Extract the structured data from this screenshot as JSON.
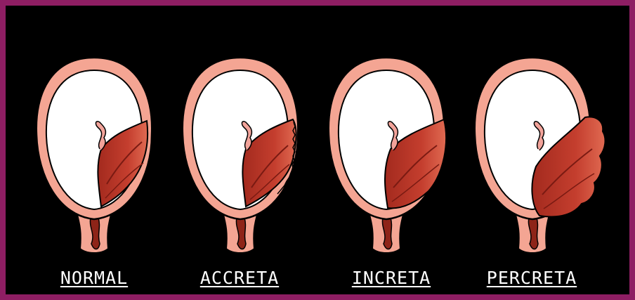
{
  "labels": {
    "normal": "NORMAL",
    "accreta": "ACCRETA",
    "increta": "INCRETA",
    "percreta": "PERCRETA"
  },
  "colors": {
    "frame": "#8e1e63",
    "background": "#000000",
    "uterine_wall": "#f4a593",
    "uterine_wall_edge": "#000000",
    "cavity": "#ffffff",
    "placenta": "#b23326",
    "placenta_light": "#d95a46",
    "cervix": "#8e2418",
    "cord": "#f2a39a"
  },
  "icons": [
    "uterus-normal-icon",
    "uterus-accreta-icon",
    "uterus-increta-icon",
    "uterus-percreta-icon"
  ]
}
